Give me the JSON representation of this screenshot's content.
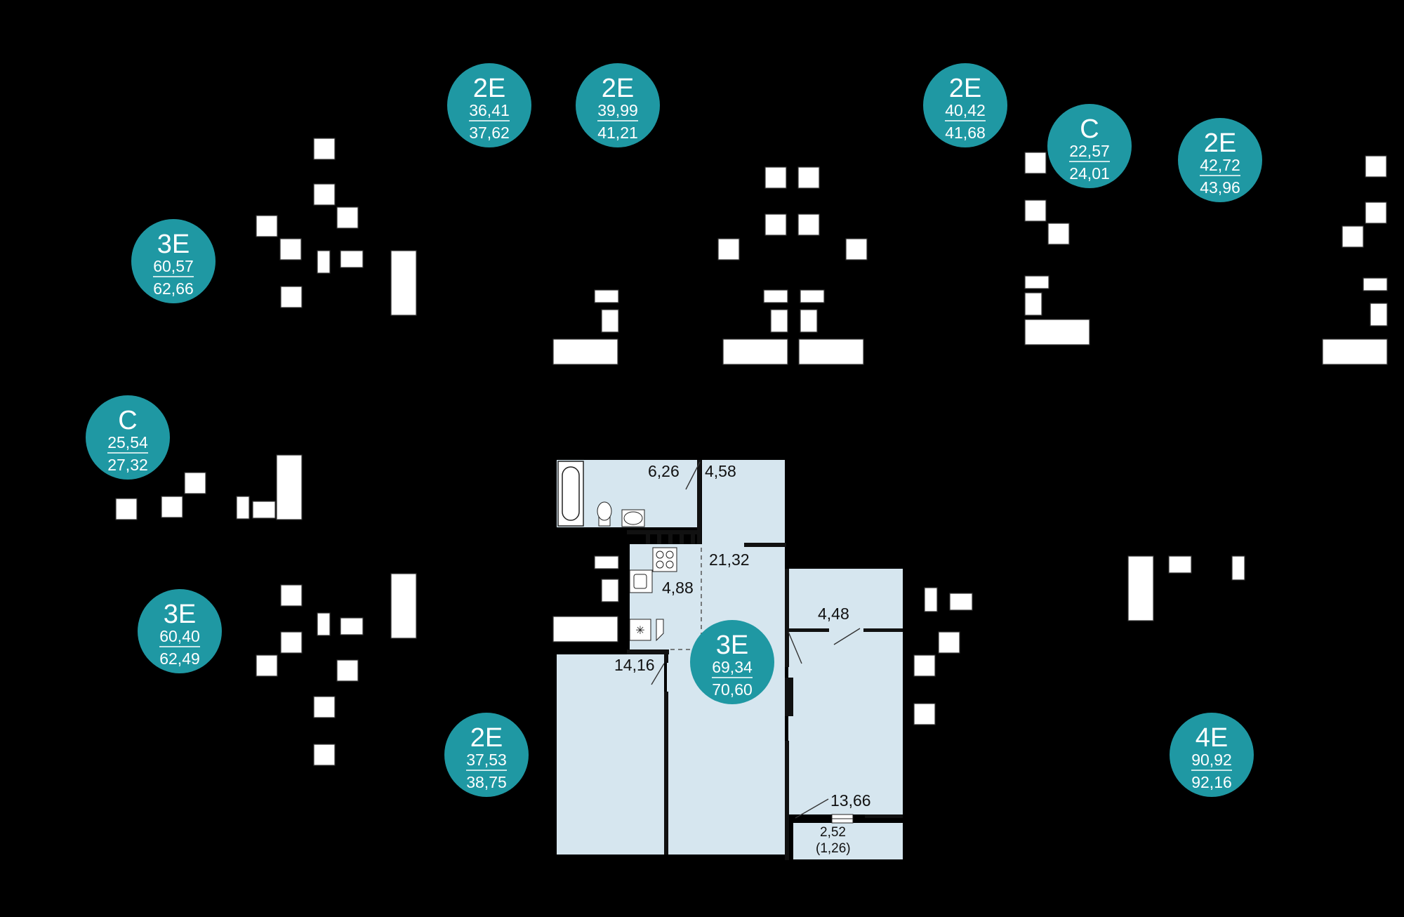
{
  "colors": {
    "background": "#000000",
    "badge": "#1f98a3",
    "highlight_fill": "#d6e6ef",
    "wall": "#111111",
    "fixture": "#ffffff"
  },
  "apartments": [
    {
      "id": "a1",
      "type": "2E",
      "area_living": "36,41",
      "area_total": "37,62"
    },
    {
      "id": "a2",
      "type": "2E",
      "area_living": "39,99",
      "area_total": "41,21"
    },
    {
      "id": "a3",
      "type": "2E",
      "area_living": "40,42",
      "area_total": "41,68"
    },
    {
      "id": "a4",
      "type": "C",
      "area_living": "22,57",
      "area_total": "24,01"
    },
    {
      "id": "a5",
      "type": "2E",
      "area_living": "42,72",
      "area_total": "43,96"
    },
    {
      "id": "a6",
      "type": "3E",
      "area_living": "60,57",
      "area_total": "62,66"
    },
    {
      "id": "a7",
      "type": "C",
      "area_living": "25,54",
      "area_total": "27,32"
    },
    {
      "id": "a8",
      "type": "3E",
      "area_living": "60,40",
      "area_total": "62,49"
    },
    {
      "id": "a9",
      "type": "3E",
      "area_living": "69,34",
      "area_total": "70,60"
    },
    {
      "id": "a10",
      "type": "2E",
      "area_living": "37,53",
      "area_total": "38,75"
    },
    {
      "id": "a11",
      "type": "4E",
      "area_living": "90,92",
      "area_total": "92,16"
    }
  ],
  "highlighted_rooms": [
    {
      "id": "r1",
      "label": "6,26"
    },
    {
      "id": "r2",
      "label": "4,58"
    },
    {
      "id": "r3",
      "label": "21,32"
    },
    {
      "id": "r4",
      "label": "4,88"
    },
    {
      "id": "r5",
      "label": "4,48"
    },
    {
      "id": "r6",
      "label": "14,16"
    },
    {
      "id": "r7",
      "label": "13,66"
    },
    {
      "id": "r8",
      "label": "2,52"
    },
    {
      "id": "r9",
      "label": "(1,26)"
    }
  ]
}
